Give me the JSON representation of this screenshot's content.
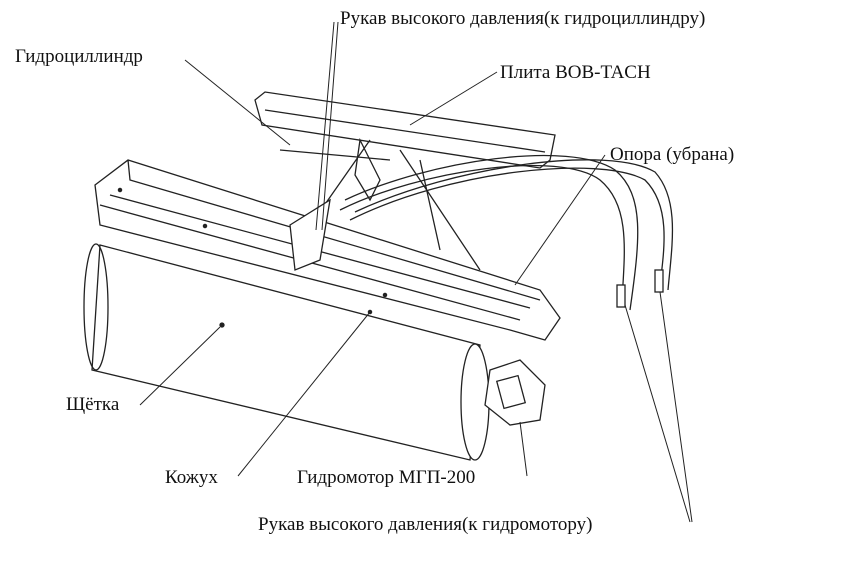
{
  "labels": {
    "hose_cylinder": "Рукав высокого давления(к гидроциллиндру)",
    "hydraulic_cylinder": "Гидроциллиндр",
    "plate": "Плита BOB-TACH",
    "support": "Опора (убрана)",
    "brush": "Щётка",
    "cover": "Кожух",
    "motor": "Гидромотор МГП-200",
    "hose_motor": "Рукав высокого давления(к гидромотору)"
  }
}
